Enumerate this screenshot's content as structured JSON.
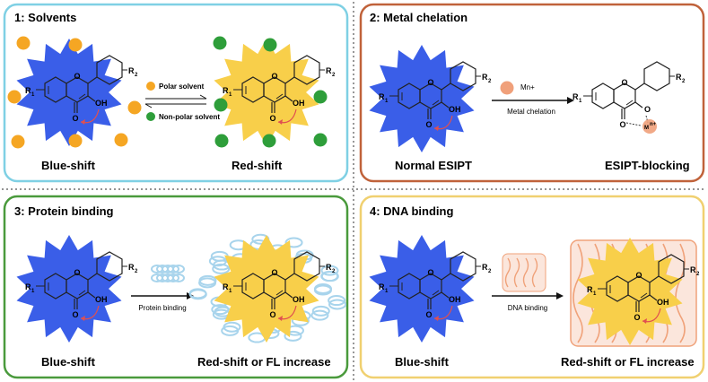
{
  "panels": [
    {
      "title": "1: Solvents",
      "left_label": "Blue-shift",
      "right_label": "Red-shift",
      "legend": [
        "Polar solvent",
        "Non-polar solvent"
      ],
      "colors": {
        "border": "#7fd0e4",
        "polar": "#f5a623",
        "nonpolar": "#2e9e3a"
      }
    },
    {
      "title": "2: Metal chelation",
      "left_label": "Normal ESIPT",
      "right_label": "ESIPT-blocking",
      "ion_label": "Mn+",
      "arrow_label": "Metal chelation",
      "colors": {
        "border": "#c0623a",
        "ion": "#f0a07a"
      }
    },
    {
      "title": "3: Protein binding",
      "left_label": "Blue-shift",
      "right_label": "Red-shift or FL increase",
      "arrow_label": "Protein binding",
      "colors": {
        "border": "#4a9a3c",
        "protein": "#a8d4ec"
      }
    },
    {
      "title": "4: DNA binding",
      "left_label": "Blue-shift",
      "right_label": "Red-shift or FL increase",
      "arrow_label": "DNA binding",
      "colors": {
        "border": "#f0d070",
        "dna": "#f0a27a"
      }
    }
  ],
  "molecule": {
    "r1": "R",
    "r1_sub": "1",
    "r2": "R",
    "r2_sub": "2",
    "o_ring": "O",
    "o_carbonyl": "O",
    "oh": "OH",
    "metal": "M",
    "metal_sup": "n+"
  },
  "colors": {
    "blue_star": "#3a5ee8",
    "yellow_star": "#f8cf4a",
    "divider": "#555555",
    "arrow_red": "#e05050"
  }
}
